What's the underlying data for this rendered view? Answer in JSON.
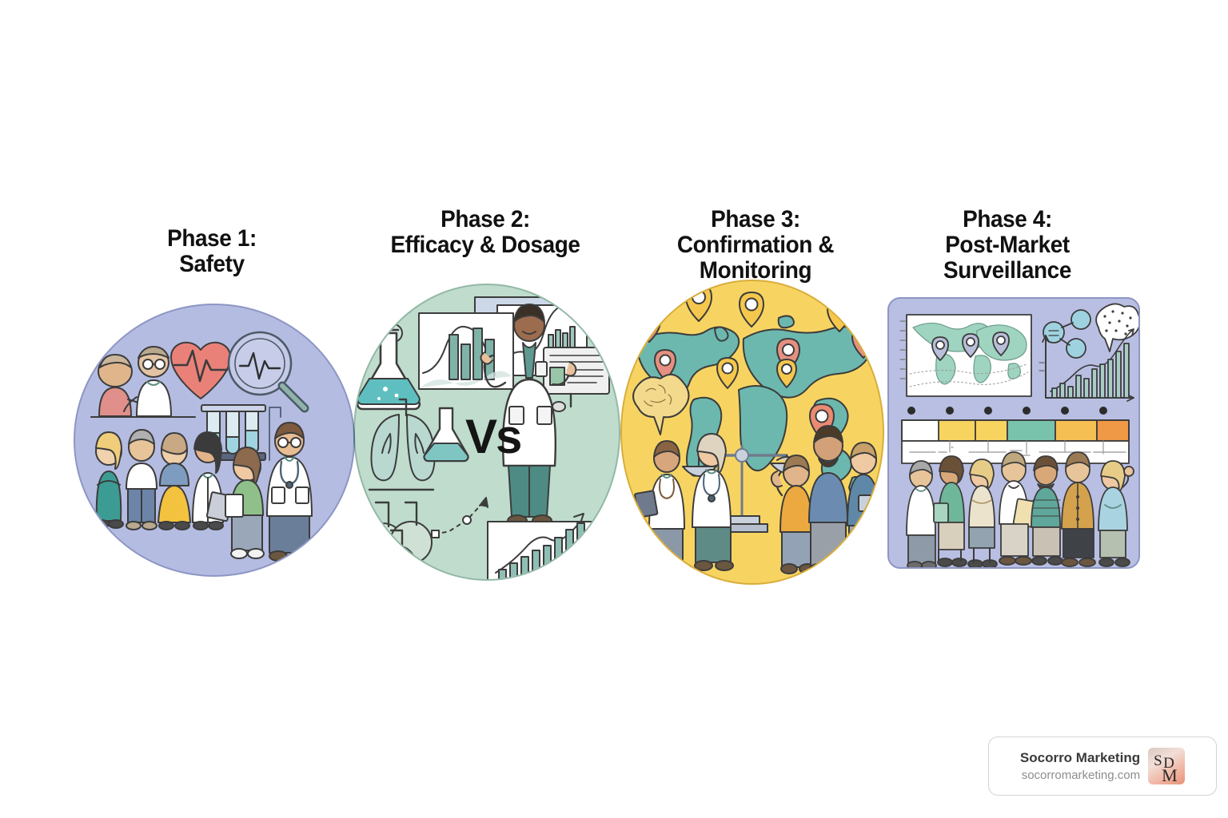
{
  "infographic": {
    "topic": "Clinical Trial Phases",
    "background_color": "#ffffff"
  },
  "phases": [
    {
      "id": "phase-1",
      "title_line1": "Phase 1:",
      "title_line2": "Safety",
      "shape": "circle",
      "fill_color": "#b4bce1",
      "stroke_color": "#8d96c4",
      "icons": [
        "heart-ecg-icon",
        "magnifier-ecg-icon",
        "test-tube-rack-icon",
        "patient-examination-icon",
        "participant-group-icon",
        "doctor-icon"
      ]
    },
    {
      "id": "phase-2",
      "title_line1": "Phase 2:",
      "title_line2": "Efficacy & Dosage",
      "shape": "circle",
      "fill_color": "#bfdccd",
      "stroke_color": "#93b8a5",
      "center_label": "Vs",
      "icons": [
        "erlenmeyer-flask-icon",
        "bubbles-icon",
        "lungs-icon",
        "line-chart-icon",
        "bar-chart-icon",
        "round-flask-icon",
        "doctor-presenter-icon",
        "tablet-screen-icon",
        "growth-chart-icon"
      ]
    },
    {
      "id": "phase-3",
      "title_line1": "Phase 3:",
      "title_line2": "Confirmation & Monitoring",
      "shape": "circle",
      "fill_color": "#f7d462",
      "stroke_color": "#d9ad3a",
      "icons": [
        "world-map-icon",
        "map-pin-icon",
        "brain-icon",
        "balance-scale-icon",
        "clinician-group-icon",
        "equipment-cart-icon"
      ]
    },
    {
      "id": "phase-4",
      "title_line1": "Phase 4:",
      "title_line2": "Post-Market\nSurveillance",
      "shape": "rounded-rectangle",
      "fill_color": "#b9bfe2",
      "stroke_color": "#8d96c4",
      "icons": [
        "world-map-panel-icon",
        "molecule-icon",
        "brain-icon",
        "bar-chart-icon",
        "timeline-bar-icon",
        "public-group-icon"
      ]
    }
  ],
  "phase3_pins": {
    "yellow": "#f5c84d",
    "salmon": "#e59080",
    "map_land": "#6cb8ae"
  },
  "phase4_timeline": {
    "segments": [
      {
        "color": "#ffffff"
      },
      {
        "color": "#f7d35f"
      },
      {
        "color": "#f7d35f"
      },
      {
        "color": "#79c3ad"
      },
      {
        "color": "#f5bf53"
      },
      {
        "color": "#ef9845"
      }
    ]
  },
  "watermark": {
    "name": "Socorro Marketing",
    "url": "socorromarketing.com",
    "logo_letters": [
      "S",
      "D",
      "M"
    ]
  }
}
